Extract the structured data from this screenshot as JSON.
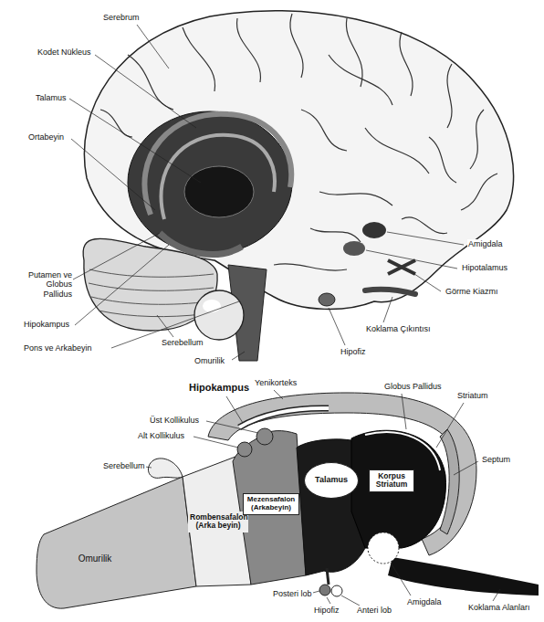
{
  "diagram": {
    "nodes": [
      {
        "text": [
          "Omurilik"
        ]
      },
      {
        "text": [
          "Rombensafalon (Arka beyin)"
        ]
      },
      {
        "text": [
          "Mezensafalon (Arkabeyin)"
        ]
      },
      {
        "text": [
          "Talamus"
        ]
      },
      {
        "text": [
          "Korpus Striatum"
        ]
      }
    ],
    "labels": [
      "Serebrum",
      "Kodet Nükleus",
      "Talamus",
      "Ortabeyin",
      "Amigdala",
      "Hipotalamus",
      "Putamen ve Globus Pallidus",
      "Görme Kiazmı",
      "Hipokampus",
      "Koklama Çıkıntısı",
      "Serebellum",
      "Pons ve Arkabeyin",
      "Hipofiz",
      "Omurilik",
      "Yenikorteks",
      "Hipokampus",
      "Globus Pallidus",
      "Striatum",
      "Üst Kollikulus",
      "Alt Kollikulus",
      "Septum",
      "Serebellum",
      "Posteri lob",
      "Amigdala",
      "Koklama Alanları",
      "Hipofiz",
      "Anteri lob"
    ]
  }
}
